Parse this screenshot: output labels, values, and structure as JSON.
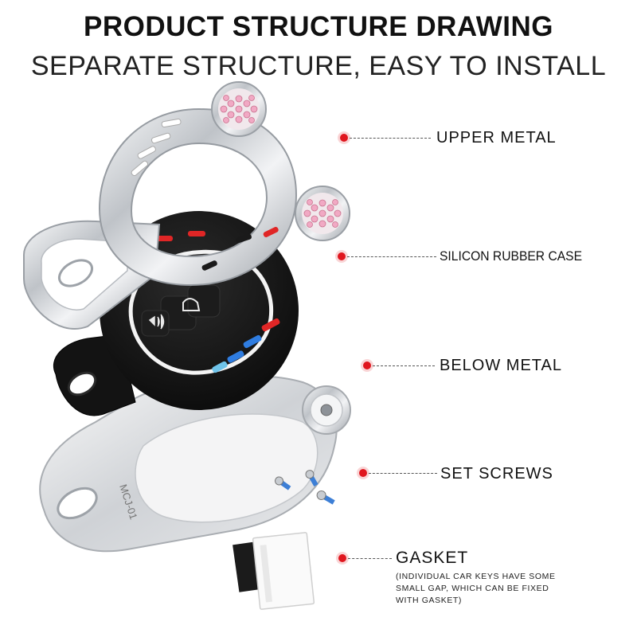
{
  "header": {
    "title": "PRODUCT STRUCTURE DRAWING",
    "subtitle": "SEPARATE STRUCTURE, EASY TO INSTALL"
  },
  "callouts": [
    {
      "id": "upper-metal",
      "label": "UPPER METAL"
    },
    {
      "id": "silicon-rubber-case",
      "label": "SILICON RUBBER CASE"
    },
    {
      "id": "below-metal",
      "label": "BELOW METAL"
    },
    {
      "id": "set-screws",
      "label": "SET SCREWS"
    },
    {
      "id": "gasket",
      "label": "GASKET",
      "note": "(INDIVIDUAL CAR KEYS HAVE SOME\nSMALL GAP, WHICH CAN BE FIXED\nWITH GASKET)"
    }
  ],
  "parts": {
    "lower_shell_engraving": "MCJ-01"
  },
  "colors": {
    "accent_dot": "#e0161e",
    "silicone": "#151515",
    "chrome": "#d9dbde",
    "crystal": "#f1a9c4",
    "stripe_blue": "#2f7de1",
    "stripe_red": "#e02626",
    "stripe_light_blue": "#6fc4ea"
  }
}
